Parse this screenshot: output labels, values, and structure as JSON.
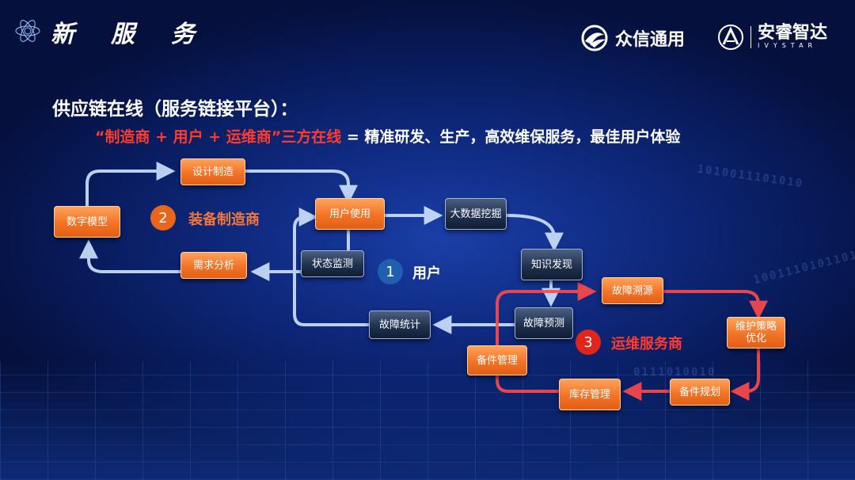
{
  "header": {
    "title": "新服务",
    "brand1": "众信通用",
    "brand2": "安睿智达",
    "brand2_sub": "IVYSTAR"
  },
  "heading": "供应链在线（服务链接平台）：",
  "subheading": {
    "red": "“制造商 + 用户 + 运维商”三方在线",
    "rest": " = 精准研发、生产，高效维保服务，最佳用户体验"
  },
  "nodes": {
    "digital_model": "数字模型",
    "design_manufacture": "设计制造",
    "demand_analysis": "需求分析",
    "user_usage": "用户使用",
    "status_monitor": "状态监测",
    "big_data_mining": "大数据挖掘",
    "knowledge_discovery": "知识发现",
    "fault_stats": "故障统计",
    "fault_prediction": "故障预测",
    "fault_tracing": "故障溯源",
    "maintenance_strategy": "维护策略优化",
    "spare_parts_planning": "备件规划",
    "inventory_management": "库存管理",
    "spare_parts_management": "备件管理"
  },
  "badges": [
    {
      "num": "2",
      "label": "装备制造商",
      "color": "#e8651d",
      "label_color": "#f2773a"
    },
    {
      "num": "1",
      "label": "用户",
      "color": "#1f5fae",
      "label_color": "#ffffff"
    },
    {
      "num": "3",
      "label": "运维服务商",
      "color": "#e0251a",
      "label_color": "#ff3b30"
    }
  ],
  "binary_text": [
    "1010011101010",
    "1001110101101",
    "0111010010"
  ]
}
